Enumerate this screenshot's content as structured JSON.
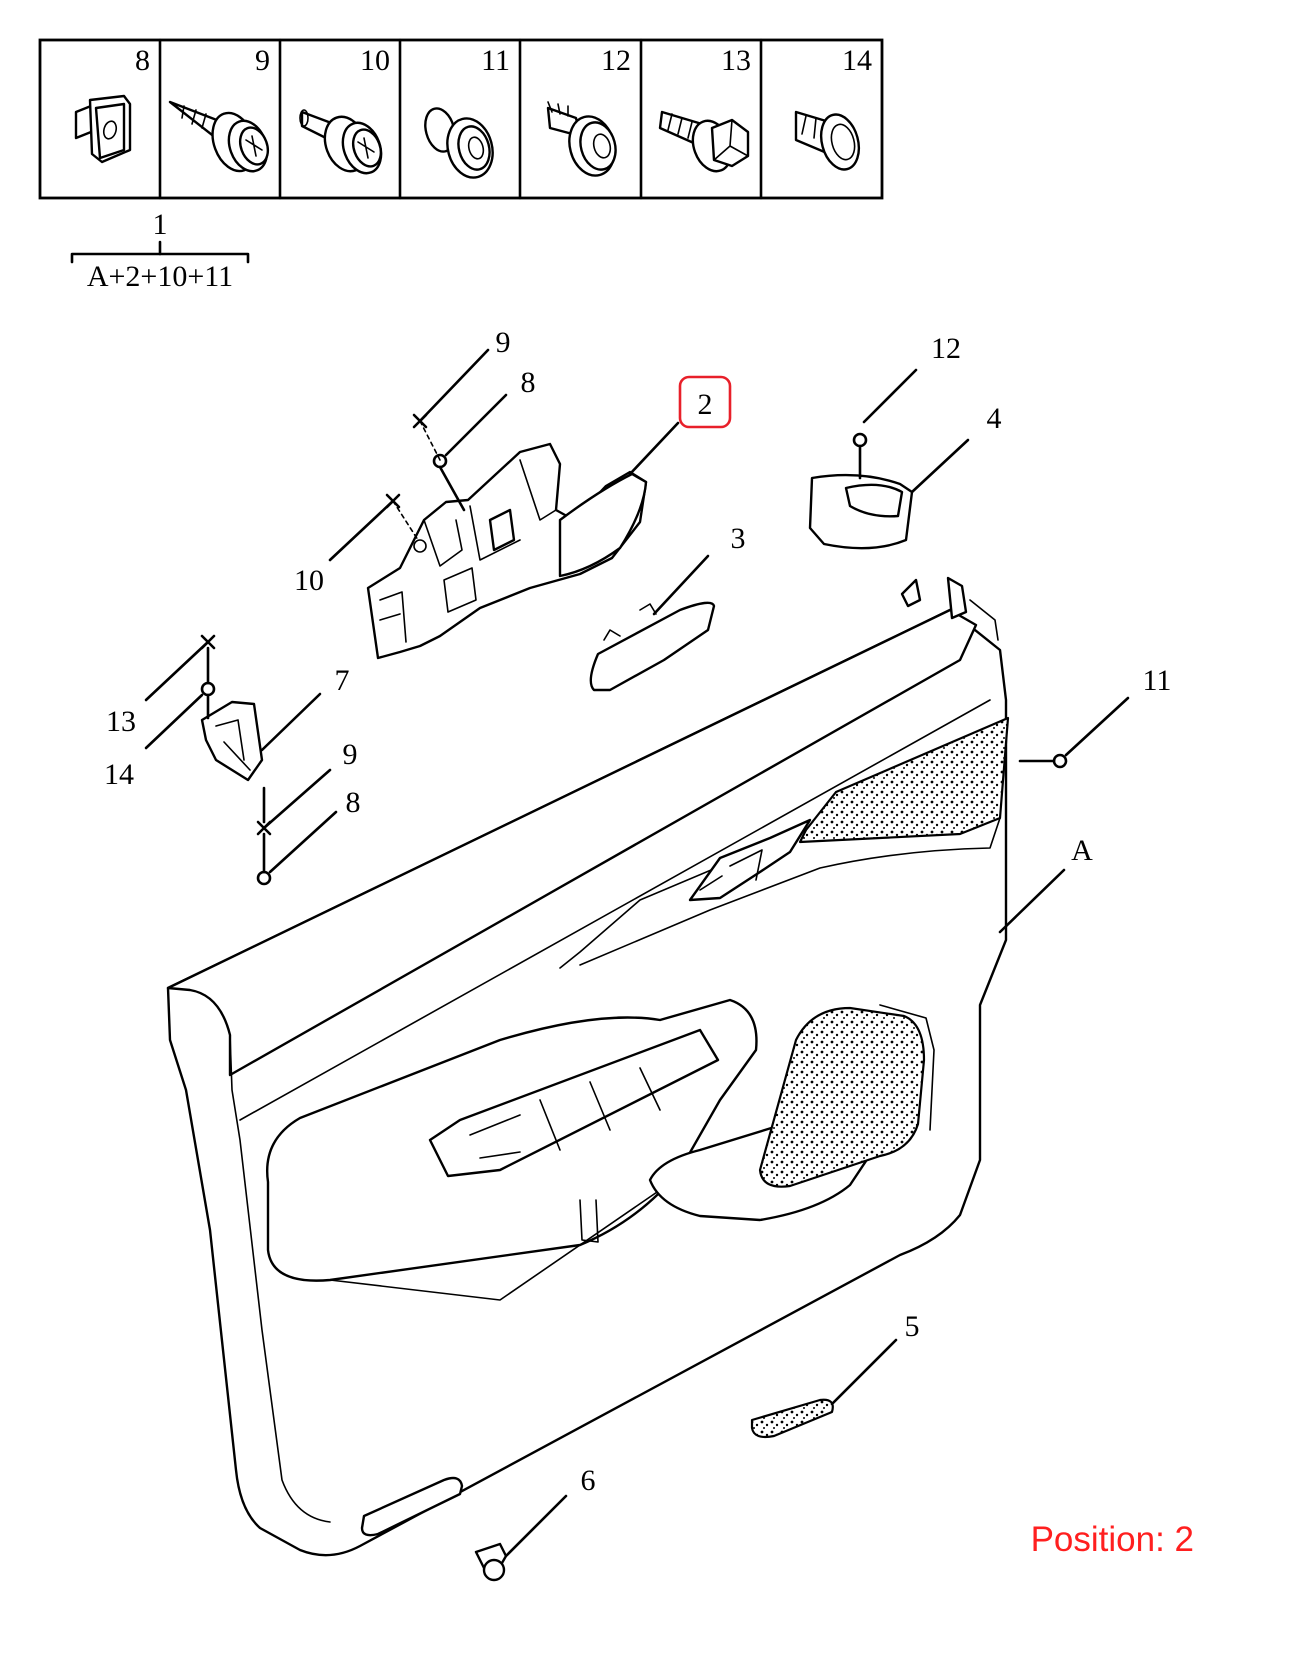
{
  "fastener_table": {
    "cells": [
      {
        "number": "8",
        "icon": "square-clip-icon"
      },
      {
        "number": "9",
        "icon": "screw-with-washer-icon"
      },
      {
        "number": "10",
        "icon": "short-screw-with-washer-icon"
      },
      {
        "number": "11",
        "icon": "grommet-nut-icon"
      },
      {
        "number": "12",
        "icon": "push-rivet-icon"
      },
      {
        "number": "13",
        "icon": "hex-bolt-icon"
      },
      {
        "number": "14",
        "icon": "clip-nut-icon"
      }
    ]
  },
  "assembly": {
    "number": "1",
    "composition": "A+2+10+11"
  },
  "callouts": {
    "handle_2": "2",
    "screw_9_upper": "9",
    "clip_8_upper": "8",
    "screw_10": "10",
    "trim_3": "3",
    "rivet_12": "12",
    "speaker_cover_4": "4",
    "bolt_13": "13",
    "nut_14": "14",
    "bracket_7": "7",
    "screw_9_lower": "9",
    "clip_8_lower": "8",
    "grommet_11": "11",
    "panel_A": "A",
    "reflector_5": "5",
    "clip_6": "6"
  },
  "highlight": {
    "target": "2",
    "color": "#e8202a"
  },
  "caption": "Position: 2"
}
